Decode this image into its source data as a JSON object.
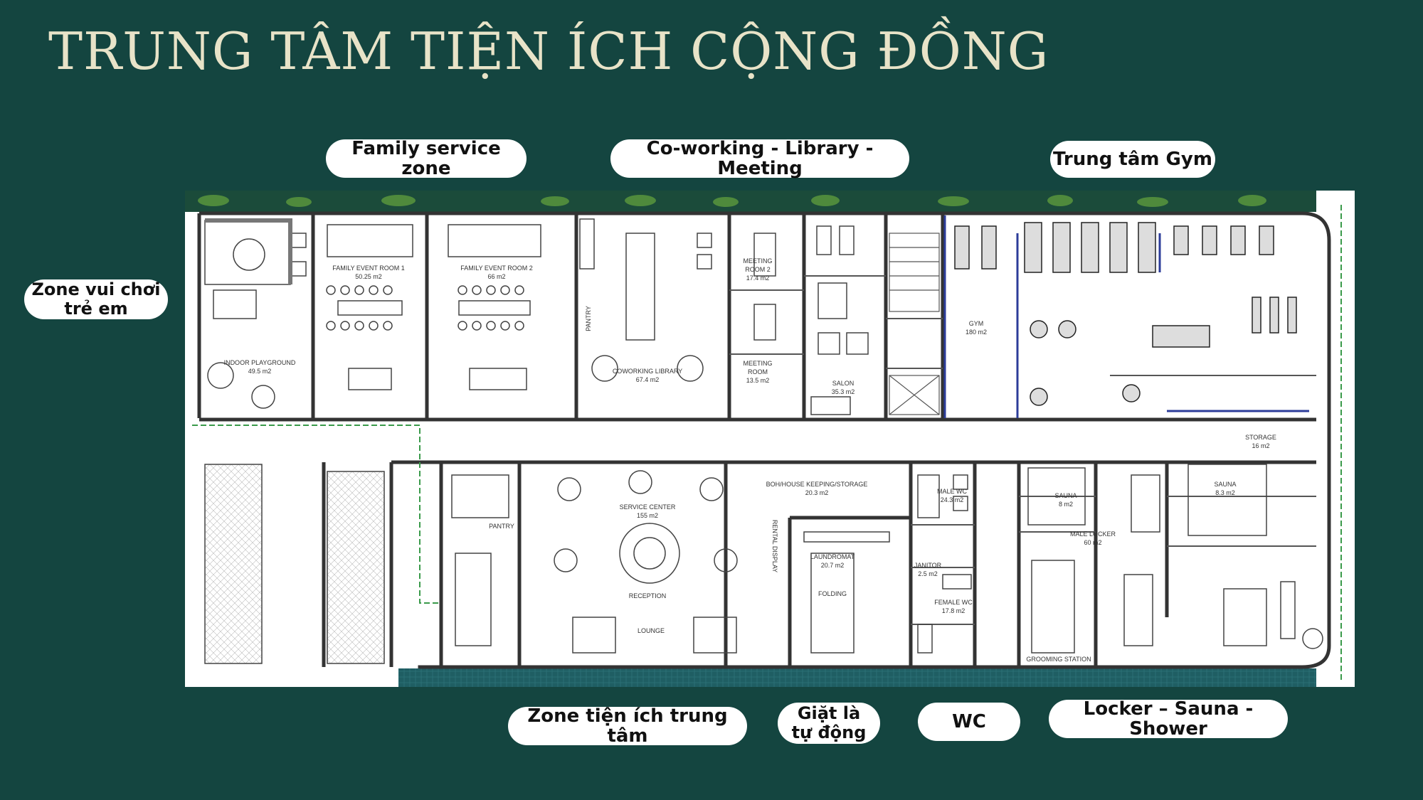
{
  "title": "TRUNG TÂM TIỆN ÍCH CỘNG ĐỒNG",
  "colors": {
    "background": "#144540",
    "title": "#e8e3c8",
    "pill_bg": "#ffffff",
    "wall": "#333333"
  },
  "zone_labels": {
    "family_service": "Family service zone",
    "coworking": "Co-working - Library - Meeting",
    "gym_center": "Trung tâm Gym",
    "kids_zone_line1": "Zone vui chơi",
    "kids_zone_line2": "trẻ em",
    "central_zone": "Zone tiện ích trung tâm",
    "laundry_line1": "Giặt là",
    "laundry_line2": "tự động",
    "wc": "WC",
    "locker": "Locker – Sauna - Shower"
  },
  "rooms": {
    "indoor_playground": {
      "name": "INDOOR PLAYGROUND",
      "area": "49.5 m2"
    },
    "family_event_1": {
      "name": "FAMILY EVENT ROOM 1",
      "area": "50.25 m2"
    },
    "family_event_2": {
      "name": "FAMILY EVENT ROOM 2",
      "area": "66 m2"
    },
    "pantry_top": {
      "name": "PANTRY"
    },
    "coworking_library": {
      "name": "COWORKING LIBRARY",
      "area": "67.4 m2"
    },
    "meeting_2_line1": {
      "name": "MEETING"
    },
    "meeting_2_line2": {
      "name": "ROOM 2"
    },
    "meeting_2": {
      "area": "17.4 m2"
    },
    "meeting_1_line1": {
      "name": "MEETING"
    },
    "meeting_1_line2": {
      "name": "ROOM"
    },
    "meeting_1": {
      "area": "13.5 m2"
    },
    "salon": {
      "name": "SALON",
      "area": "35.3 m2"
    },
    "gym": {
      "name": "GYM",
      "area": "180 m2"
    },
    "storage": {
      "name": "STORAGE",
      "area": "16 m2"
    },
    "pantry_bottom": {
      "name": "PANTRY"
    },
    "service_center": {
      "name": "SERVICE CENTER",
      "area": "155 m2"
    },
    "reception": {
      "name": "RECEPTION"
    },
    "lounge": {
      "name": "LOUNGE"
    },
    "boh": {
      "name": "BOH/HOUSE KEEPING/STORAGE",
      "area": "20.3 m2"
    },
    "rental_display": {
      "name": "RENTAL DISPLAY"
    },
    "laundromat": {
      "name": "LAUNDROMAT",
      "area": "20.7 m2"
    },
    "folding": {
      "name": "FOLDING"
    },
    "male_wc": {
      "name": "MALE WC",
      "area": "24.3 m2"
    },
    "janitor": {
      "name": "JANITOR",
      "area": "2.5 m2"
    },
    "female_wc": {
      "name": "FEMALE WC",
      "area": "17.8 m2"
    },
    "sauna_small": {
      "name": "SAUNA",
      "area": "8 m2"
    },
    "male_locker": {
      "name": "MALE LOCKER",
      "area": "60 m2"
    },
    "sauna_right": {
      "name": "SAUNA",
      "area": "8.3 m2"
    },
    "grooming": {
      "name": "GROOMING STATION"
    }
  }
}
